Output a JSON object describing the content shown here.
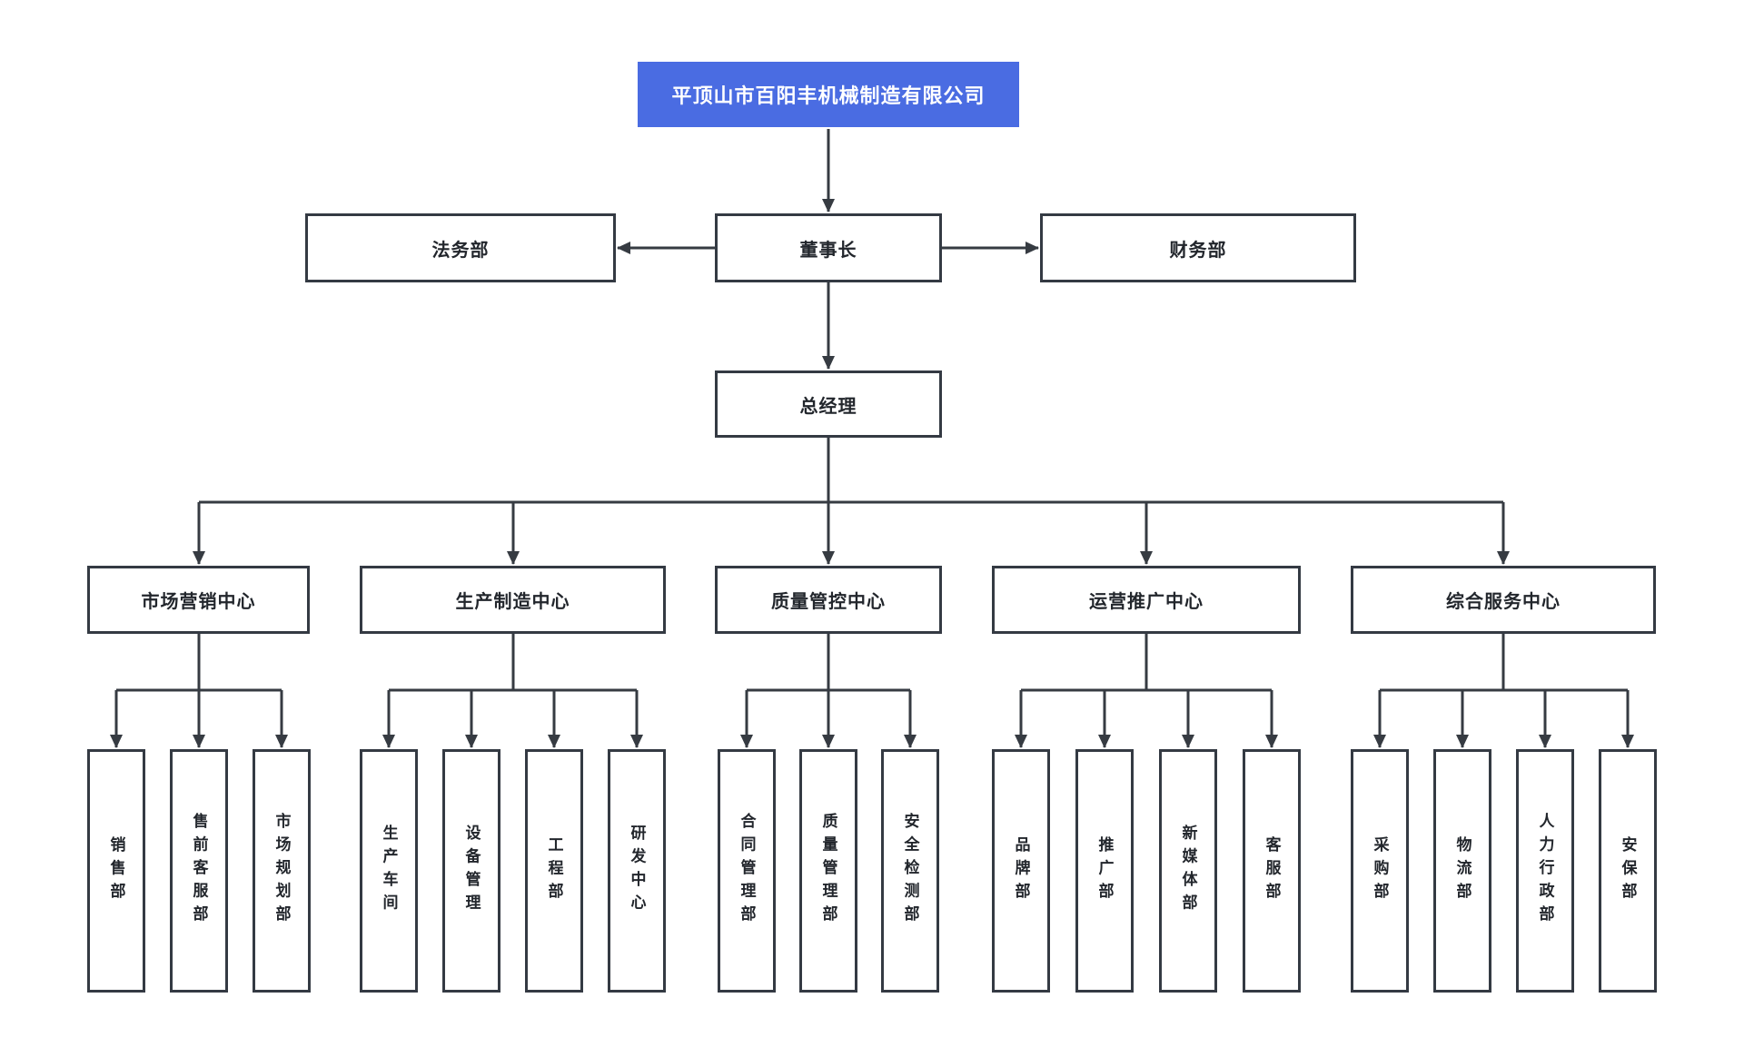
{
  "company": {
    "name": "平顶山市百阳丰机械制造有限公司"
  },
  "colors": {
    "accent_blue": "#4a6ce2",
    "line": "#363b42",
    "box_border": "#343a43",
    "box_background": "#ffffff",
    "text": "#22262c",
    "company_text": "#ffffff"
  },
  "executives": {
    "legal": "法务部",
    "chairman": "董事长",
    "finance": "财务部",
    "general_manager": "总经理"
  },
  "centers": [
    {
      "label": "市场营销中心",
      "departments": [
        "销售部",
        "售前客服部",
        "市场规划部"
      ]
    },
    {
      "label": "生产制造中心",
      "departments": [
        "生产车间",
        "设备管理",
        "工程部",
        "研发中心"
      ]
    },
    {
      "label": "质量管控中心",
      "departments": [
        "合同管理部",
        "质量管理部",
        "安全检测部"
      ]
    },
    {
      "label": "运营推广中心",
      "departments": [
        "品牌部",
        "推广部",
        "新媒体部",
        "客服部"
      ]
    },
    {
      "label": "综合服务中心",
      "departments": [
        "采购部",
        "物流部",
        "人力行政部",
        "安保部"
      ]
    }
  ]
}
